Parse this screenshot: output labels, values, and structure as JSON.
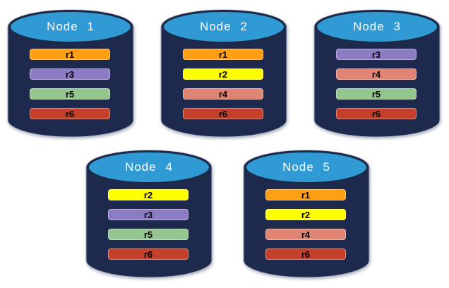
{
  "diagram": {
    "description": "Five database nodes with replica placement",
    "replica_colors": {
      "r1": "#FFA014",
      "r2": "#FFFF00",
      "r3": "#8B7CC4",
      "r4": "#E08573",
      "r5": "#94C78F",
      "r6": "#C5402A"
    },
    "cylinder_colors": {
      "body": "#1E2A4D",
      "top": "#2F9AD4",
      "outline": "#A9B1C2"
    },
    "nodes": [
      {
        "label": "Node 1",
        "replicas": [
          "r1",
          "r3",
          "r5",
          "r6"
        ]
      },
      {
        "label": "Node 2",
        "replicas": [
          "r1",
          "r2",
          "r4",
          "r6"
        ]
      },
      {
        "label": "Node 3",
        "replicas": [
          "r3",
          "r4",
          "r5",
          "r6"
        ]
      },
      {
        "label": "Node 4",
        "replicas": [
          "r2",
          "r3",
          "r5",
          "r6"
        ]
      },
      {
        "label": "Node 5",
        "replicas": [
          "r1",
          "r2",
          "r4",
          "r6"
        ]
      }
    ]
  }
}
